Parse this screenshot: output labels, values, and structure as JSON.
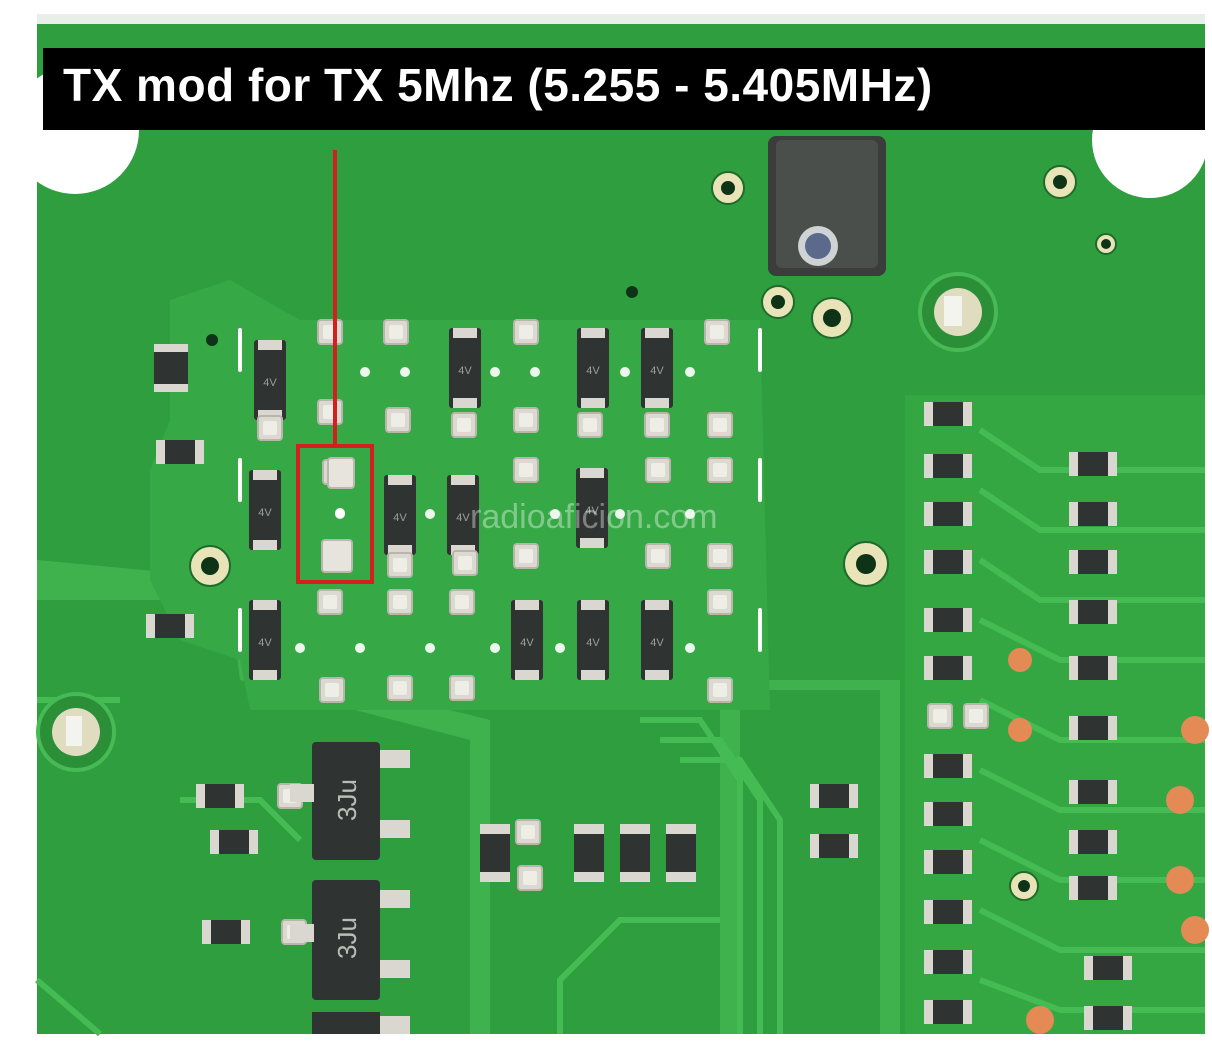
{
  "banner": {
    "title": "TX mod for TX 5Mhz (5.255 - 5.405MHz)"
  },
  "watermark": "radioaficion.com",
  "chip_marking": "3Ju",
  "colors": {
    "board": "#2e9e3e",
    "trace": "#41b64f",
    "banner_bg": "#000000",
    "banner_text": "#ffffff",
    "highlight": "#d41f1f",
    "component_body": "#3a3d3b",
    "pad": "#d8d6cc"
  }
}
